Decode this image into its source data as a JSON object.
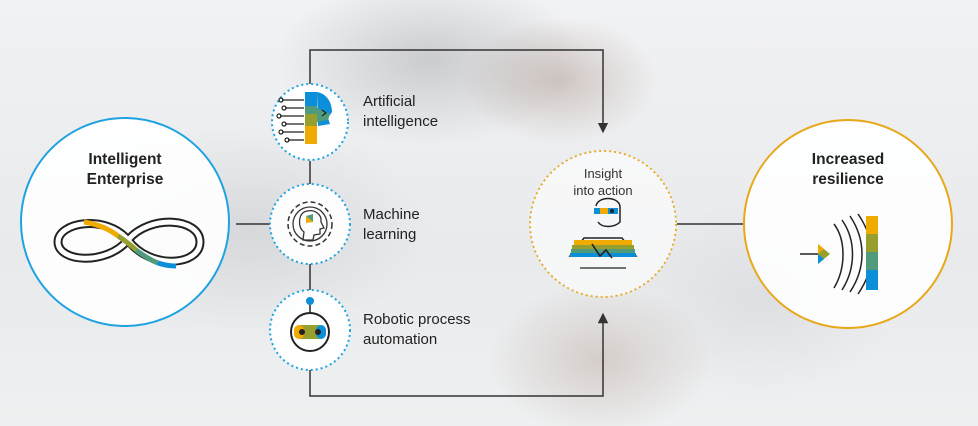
{
  "colors": {
    "blue_ring": "#1fa3e0",
    "gold_ring": "#e8a81c",
    "connector": "#333333",
    "accent_gold": "#f0ab00",
    "accent_olive": "#97a02e",
    "accent_green": "#4f9b7c",
    "accent_blue": "#0b8fd9"
  },
  "nodes": {
    "enterprise": {
      "title_line1": "Intelligent",
      "title_line2": "Enterprise",
      "icon": "infinity-icon"
    },
    "ai": {
      "label_line1": "Artificial",
      "label_line2": "intelligence",
      "icon": "ai-head-icon"
    },
    "ml": {
      "label_line1": "Machine",
      "label_line2": "learning",
      "icon": "gear-head-icon"
    },
    "rpa": {
      "label_line1": "Robotic process",
      "label_line2": "automation",
      "icon": "robot-icon"
    },
    "insight": {
      "label_line1": "Insight",
      "label_line2": "into action",
      "icon": "person-insight-icon"
    },
    "resilience": {
      "title_line1": "Increased",
      "title_line2": "resilience",
      "icon": "shield-waves-icon"
    }
  }
}
